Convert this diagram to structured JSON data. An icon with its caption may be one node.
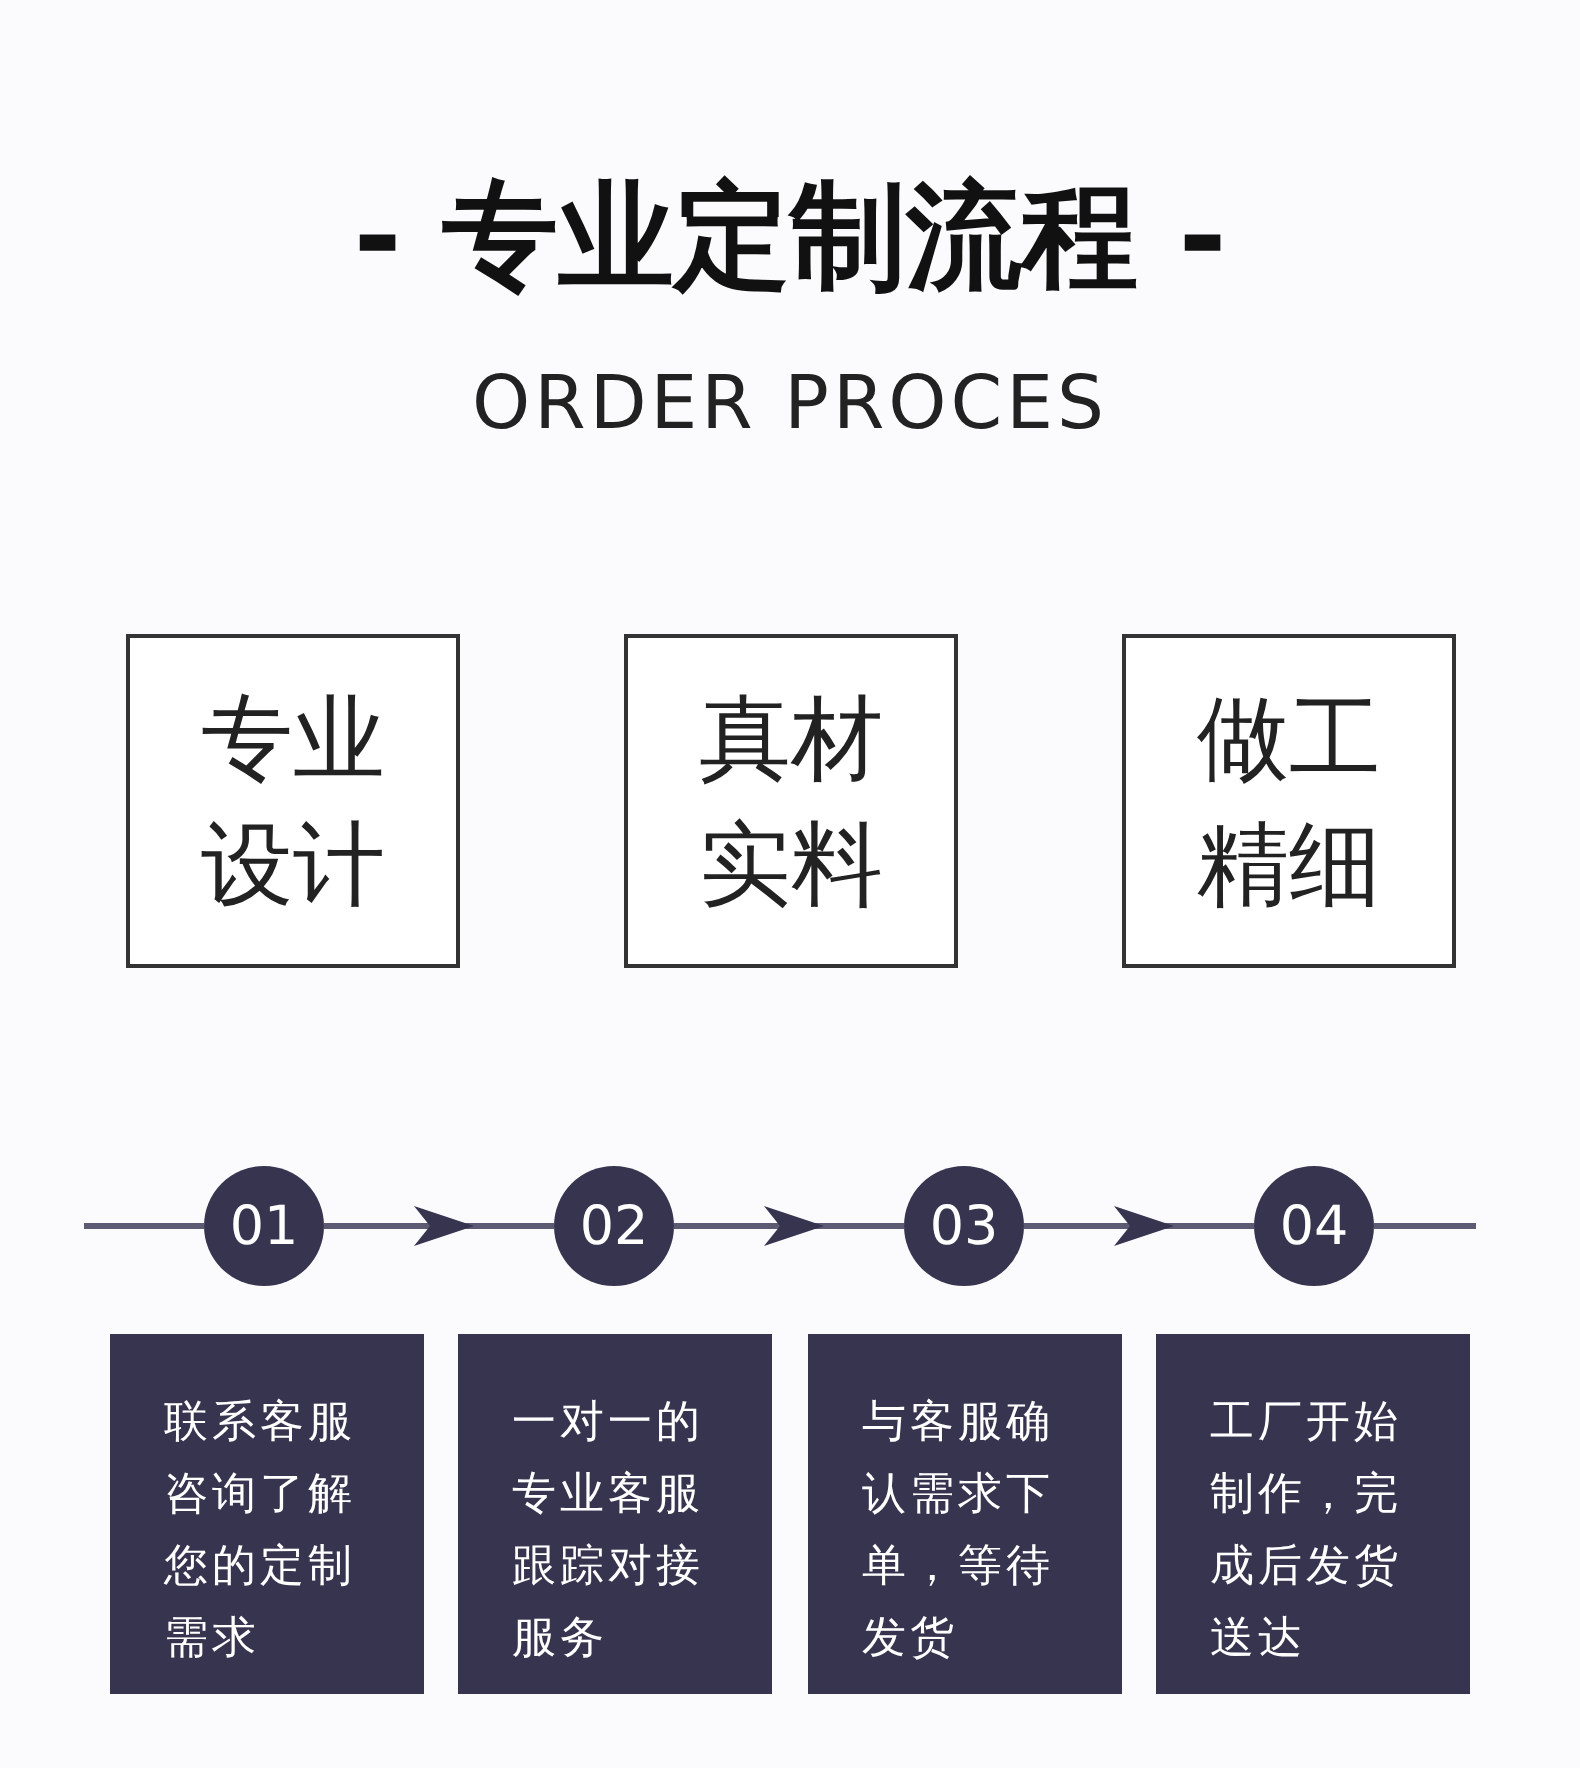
{
  "diagram": {
    "title": "- 专业定制流程 -",
    "nodes": [
      {
        "text": [
          "专业设计"
        ]
      },
      {
        "text": [
          "真材实料"
        ]
      },
      {
        "text": [
          "做工精细"
        ]
      },
      {
        "text": [
          "01"
        ]
      },
      {
        "text": [
          "02"
        ]
      },
      {
        "text": [
          "03"
        ]
      },
      {
        "text": [
          "04"
        ]
      },
      {
        "text": [
          "联系客服咨询了解您的定制需求"
        ]
      },
      {
        "text": [
          "一对一的专业客服跟踪对接服务"
        ]
      },
      {
        "text": [
          "与客服确认需求下单，等待发货"
        ]
      },
      {
        "text": [
          "工厂开始制作，完成后发货送达"
        ]
      }
    ],
    "edges": [
      {
        "from": 3,
        "to": 4,
        "arrow": "to"
      },
      {
        "from": 4,
        "to": 5,
        "arrow": "to"
      },
      {
        "from": 5,
        "to": 6,
        "arrow": "to"
      }
    ],
    "labels": [
      "ORDER PROCES"
    ]
  }
}
